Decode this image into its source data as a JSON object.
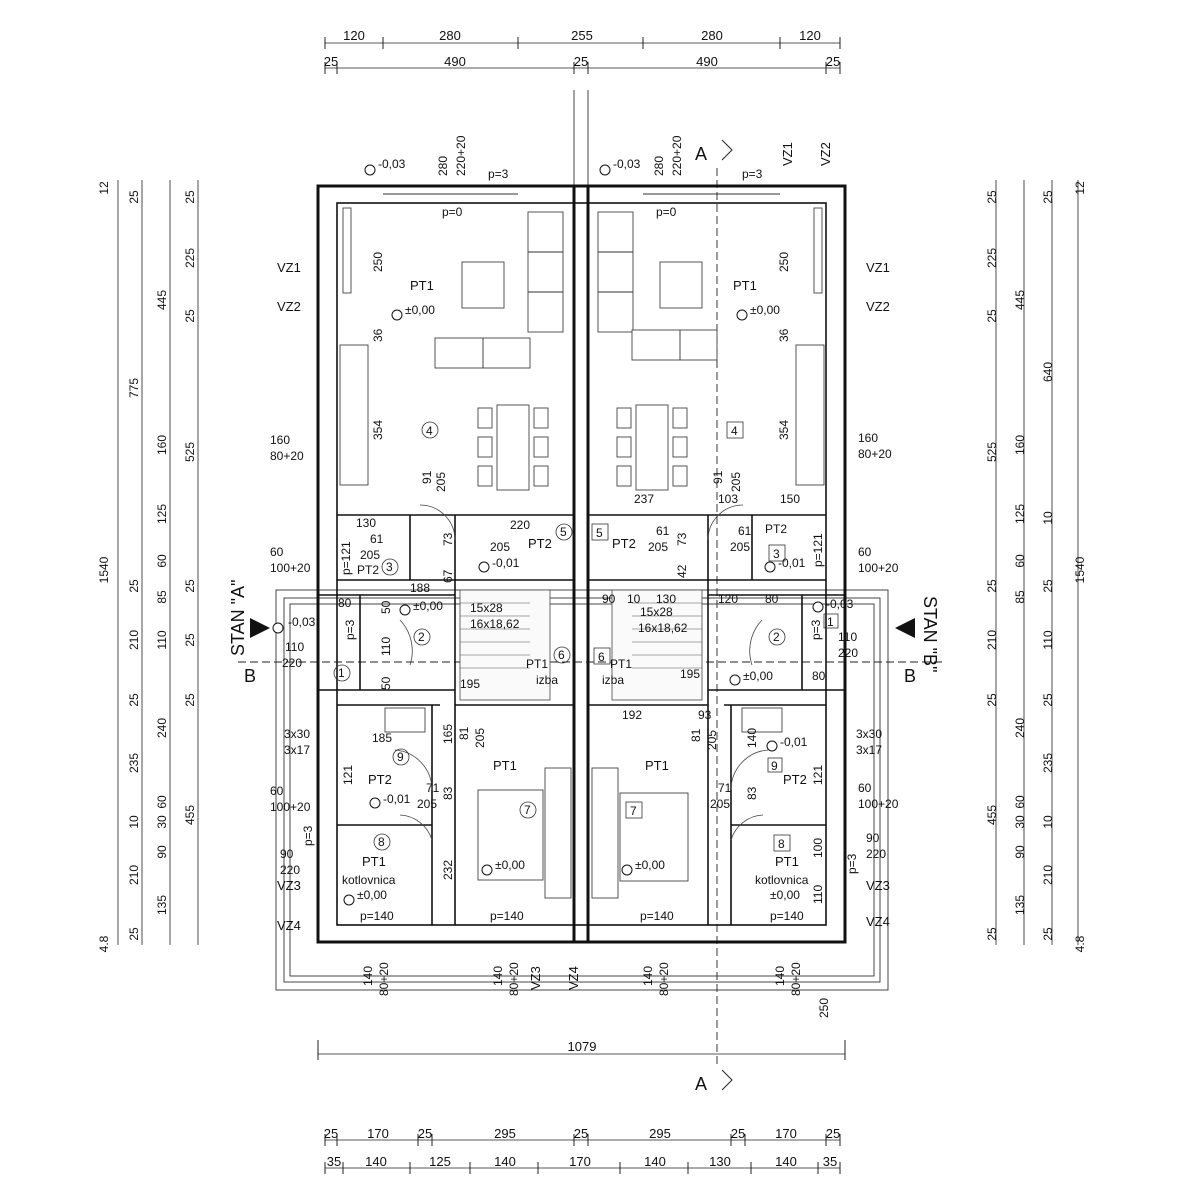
{
  "dimensions": {
    "top_row1": [
      "120",
      "280",
      "255",
      "280",
      "120"
    ],
    "top_row2": [
      "25",
      "490",
      "25",
      "490",
      "25"
    ],
    "bottom_row1": [
      "25",
      "170",
      "25",
      "295",
      "25",
      "295",
      "25",
      "170",
      "25"
    ],
    "bottom_row2": [
      "35",
      "140",
      "125",
      "140",
      "170",
      "140",
      "130",
      "140",
      "35"
    ],
    "overall_width": "1079",
    "overall_height": "1540",
    "left_col1": [
      "12",
      "445",
      "775",
      "1540"
    ],
    "left_col2": [
      "25",
      "160",
      "125",
      "60",
      "25",
      "110",
      "25",
      "240",
      "60",
      "30",
      "90",
      "135",
      "25"
    ],
    "left_col3": [
      "25",
      "225",
      "25",
      "525",
      "25",
      "85",
      "25",
      "210",
      "25",
      "235",
      "10",
      "455",
      "210",
      "4.8"
    ],
    "right_col1": [
      "12",
      "640",
      "1540"
    ],
    "right_col2": [
      "25",
      "445",
      "525",
      "25",
      "210",
      "25",
      "455",
      "25",
      "4.8"
    ],
    "right_col3": [
      "25",
      "225",
      "25",
      "160",
      "125",
      "10",
      "60",
      "25",
      "85",
      "110",
      "25",
      "240",
      "235",
      "60",
      "30",
      "10",
      "90",
      "210",
      "135",
      "25"
    ]
  },
  "sections": {
    "a_top": "A",
    "a_bottom": "A",
    "b_left": "B",
    "b_right": "B",
    "stan_a": "STAN \"A\"",
    "stan_b": "STAN \"B\""
  },
  "rooms": {
    "pt1": "PT1",
    "pt2": "PT2",
    "izba": "izba",
    "kotlovnica": "kotlovnica",
    "numbers": [
      "1",
      "2",
      "3",
      "4",
      "5",
      "6",
      "7",
      "8",
      "9"
    ]
  },
  "levels": {
    "minus003": "-0,03",
    "minus001": "-0,01",
    "zero": "±0,00",
    "p0": "p=0",
    "p3": "p=3",
    "p121": "p=121",
    "p140": "p=140"
  },
  "labels": {
    "vz1": "VZ1",
    "vz2": "VZ2",
    "vz3": "VZ3",
    "vz4": "VZ4",
    "d280": "280",
    "d220_20": "220+20",
    "d250": "250",
    "d36": "36",
    "d354": "354",
    "d160": "160",
    "d80_20": "80+20",
    "d60": "60",
    "d100_20": "100+20",
    "d110": "110",
    "d220": "220",
    "d3x30": "3x30",
    "d3x17": "3x17",
    "d90": "90",
    "d140": "140",
    "d237": "237",
    "d103": "103",
    "d150": "150",
    "d205": "205",
    "d91": "91",
    "d61": "61",
    "d73": "73",
    "d67": "67",
    "d188": "188",
    "d120": "120",
    "d80": "80",
    "d50": "50",
    "d192": "192",
    "d93": "93",
    "d81": "81",
    "d185": "185",
    "d165": "165",
    "d71": "71",
    "d232": "232",
    "d83": "83",
    "d121": "121",
    "d100": "100",
    "d195": "195",
    "stairs1": "15x28",
    "stairs2": "16x18,62",
    "d220b": "220",
    "d130": "130",
    "d10": "10",
    "d42": "42",
    "d81b": "81",
    "d10b": "10"
  }
}
